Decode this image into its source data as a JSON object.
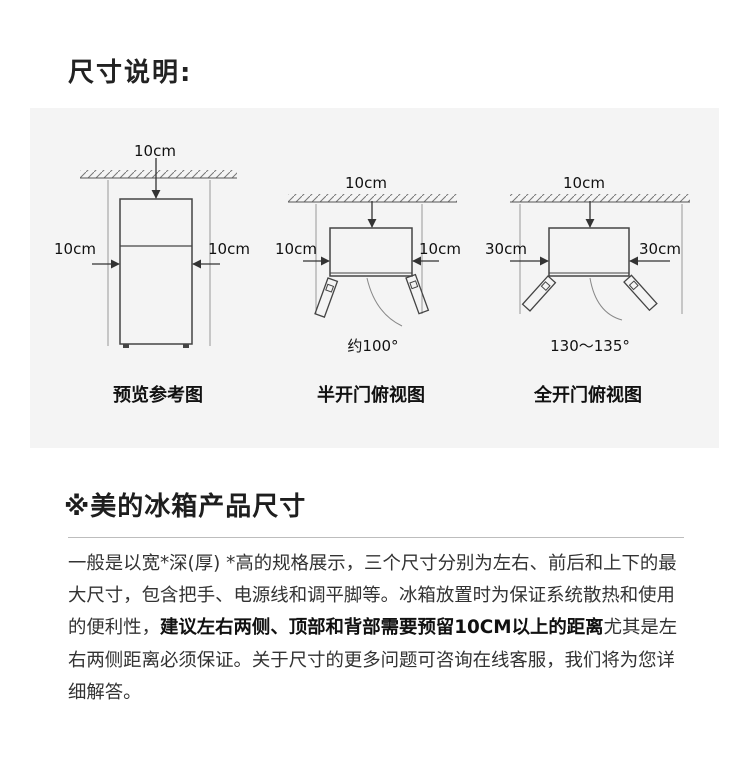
{
  "page": {
    "heading": "尺寸说明:",
    "section_title": "※美的冰箱产品尺寸"
  },
  "diagrams": [
    {
      "caption": "预览参考图",
      "top_label": "10cm",
      "left_label": "10cm",
      "right_label": "10cm"
    },
    {
      "caption": "半开门俯视图",
      "top_label": "10cm",
      "left_label": "10cm",
      "right_label": "10cm",
      "angle_label": "约100°"
    },
    {
      "caption": "全开门俯视图",
      "top_label": "10cm",
      "left_label": "30cm",
      "right_label": "30cm",
      "angle_label": "130～135°"
    }
  ],
  "description": {
    "part1": "一般是以宽*深(厚) *高的规格展示，三个尺寸分别为左右、前后和上下的最大尺寸，包含把手、电源线和调平脚等。冰箱放置时为保证系统散热和使用的便利性，",
    "bold": "建议左右两侧、顶部和背部需要预留10CM以上的距离",
    "part2": "尤其是左右两侧距离必须保证。关于尺寸的更多问题可咨询在线客服，我们将为您详细解答。"
  },
  "colors": {
    "panel_bg": "#f4f4f4",
    "line": "#333333",
    "text": "#1a1a1a"
  }
}
